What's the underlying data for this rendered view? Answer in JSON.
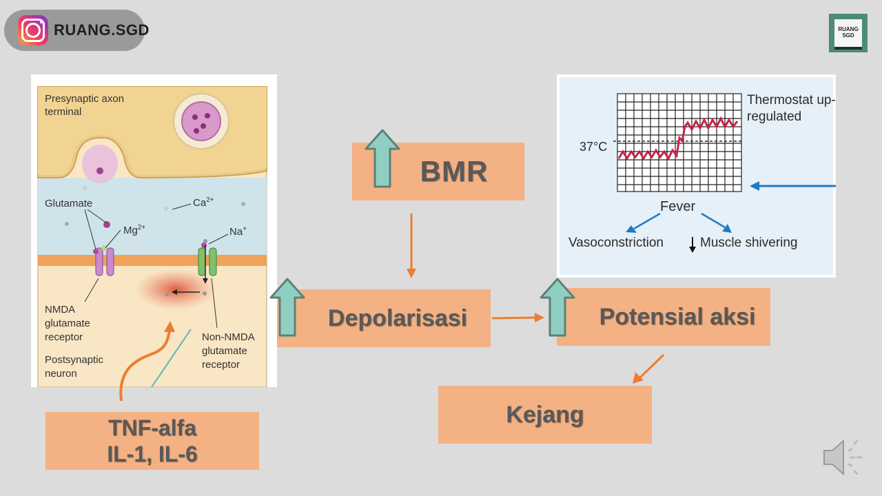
{
  "header": {
    "handle": "RUANG.SGD",
    "logo_text": "RUANG SGD"
  },
  "left_figure": {
    "labels": {
      "presynaptic": "Presynaptic axon terminal",
      "glutamate": "Glutamate",
      "mg": "Mg",
      "mg_sup": "2+",
      "ca": "Ca",
      "ca_sup": "2+",
      "na": "Na",
      "na_sup": "+",
      "nmda": "NMDA glutamate receptor",
      "non_nmda": "Non-NMDA glutamate receptor",
      "postsynaptic": "Postsynaptic neuron"
    }
  },
  "right_figure": {
    "thermostat": "Thermostat up-regulated",
    "temp": "37°C",
    "fever": "Fever",
    "vasoconstriction": "Vasoconstriction",
    "shivering": "Muscle shivering"
  },
  "boxes": {
    "bmr": "BMR",
    "depolarisasi": "Depolarisasi",
    "potensial": "Potensial aksi",
    "kejang": "Kejang",
    "tnf_line1": "TNF-alfa",
    "tnf_line2": "IL-1, IL-6"
  },
  "colors": {
    "box_fill": "#f4b183",
    "box_text": "#595959",
    "arrow_orange": "#ed7d31",
    "up_arrow_fill": "#8fcfc2",
    "up_arrow_stroke": "#5d7f7a"
  }
}
